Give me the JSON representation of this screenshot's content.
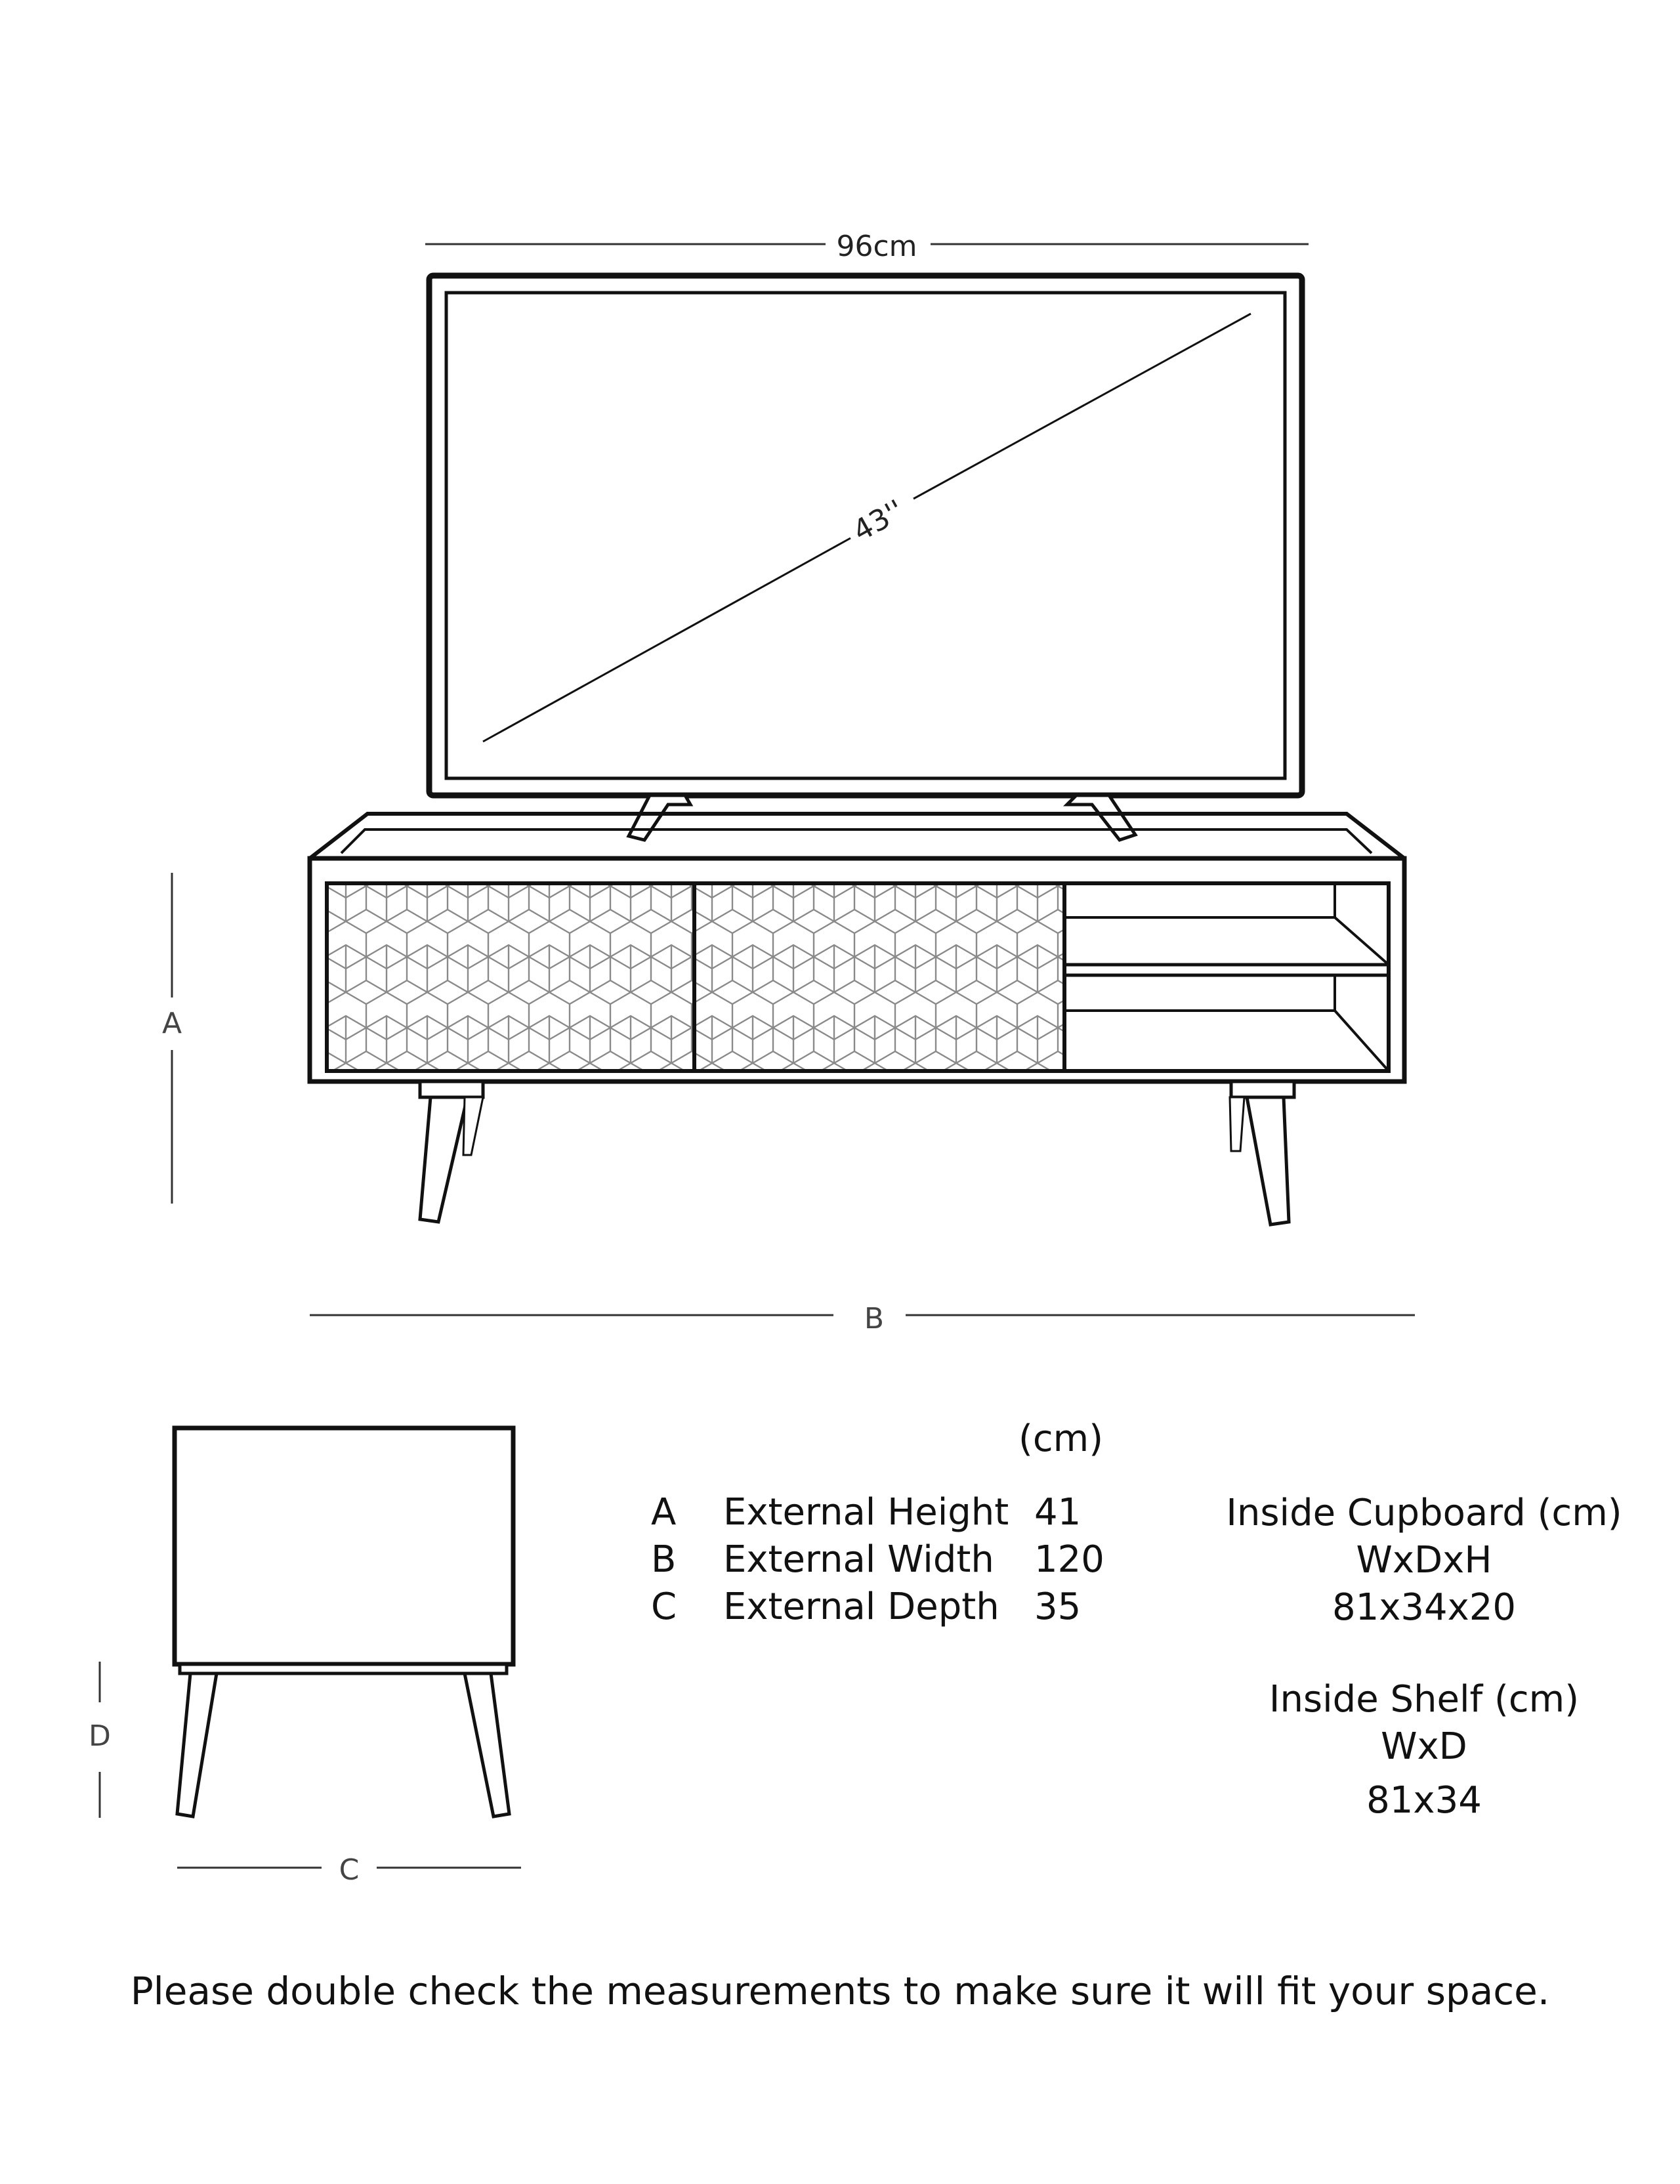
{
  "tv": {
    "width_label": "96cm",
    "diagonal_label": "43''"
  },
  "dimension_labels": {
    "a": "A",
    "b": "B",
    "c": "C",
    "d": "D"
  },
  "specs": {
    "unit_header": "(cm)",
    "rows": [
      {
        "code": "A",
        "name": "External Height",
        "value": "41"
      },
      {
        "code": "B",
        "name": "External Width",
        "value": "120"
      },
      {
        "code": "C",
        "name": "External Depth",
        "value": "35"
      }
    ]
  },
  "inside_cupboard": {
    "title": "Inside Cupboard (cm)",
    "format": "WxDxH",
    "value": "81x34x20"
  },
  "inside_shelf": {
    "title": "Inside Shelf (cm)",
    "format": "WxD",
    "value": "81x34"
  },
  "footer_note": "Please double check the measurements to make sure it will fit your space.",
  "colors": {
    "line": "#111111",
    "pattern": "#8a8a8a",
    "dimension": "#555555"
  }
}
